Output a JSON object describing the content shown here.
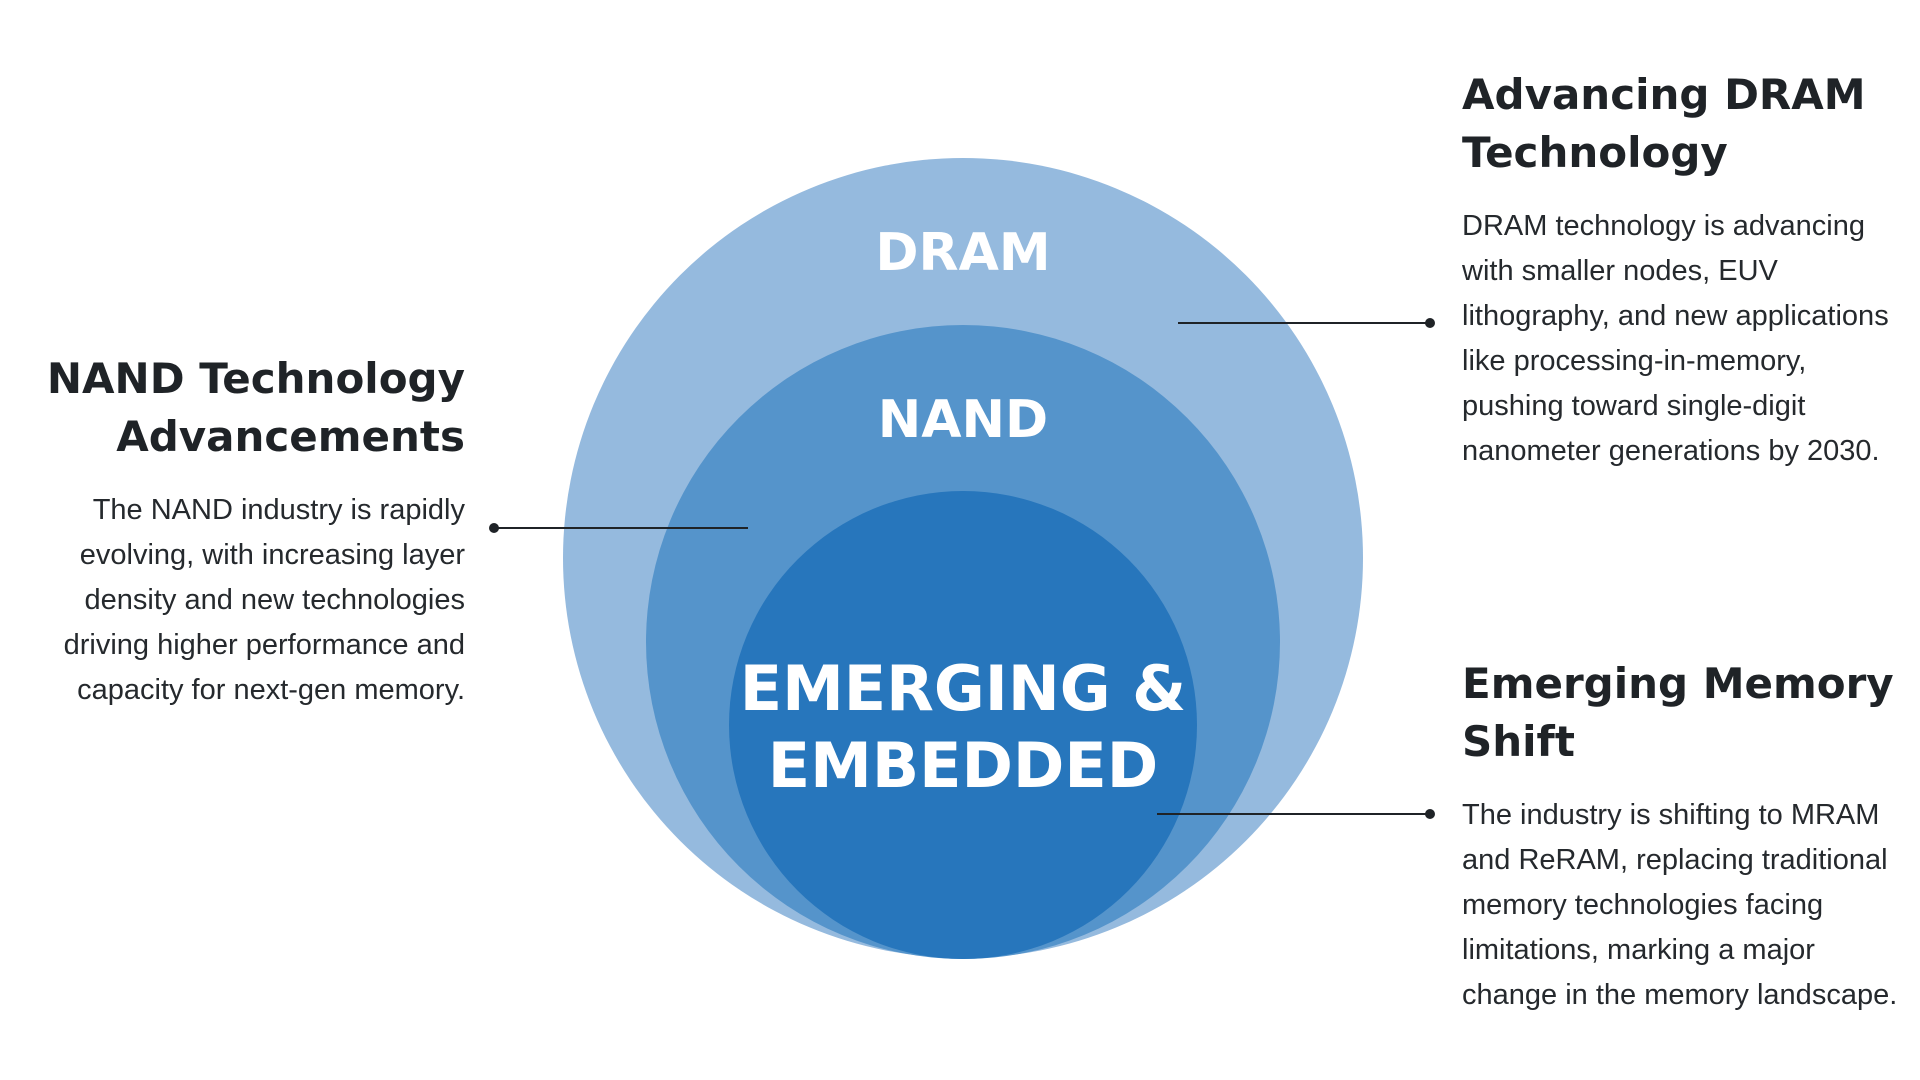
{
  "circles": {
    "outer": {
      "label": "DRAM",
      "color": "#95bade"
    },
    "middle": {
      "label": "NAND",
      "color": "#5594cb"
    },
    "inner": {
      "label_line1": "EMERGING &",
      "label_line2": "EMBEDDED",
      "color": "#2776bc"
    }
  },
  "callouts": {
    "nand": {
      "title_line1": "NAND Technology",
      "title_line2": "Advancements",
      "body_lines": [
        "The NAND industry is rapidly",
        "evolving, with increasing layer",
        "density and new technologies",
        "driving higher performance and",
        "capacity for next-gen memory."
      ]
    },
    "dram": {
      "title_line1": "Advancing DRAM",
      "title_line2": "Technology",
      "body_lines": [
        "DRAM technology is advancing",
        "with smaller nodes, EUV",
        "lithography, and new applications",
        "like processing-in-memory,",
        "pushing toward single-digit",
        "nanometer generations by 2030."
      ]
    },
    "emerging": {
      "title_line1": "Emerging Memory",
      "title_line2": "Shift",
      "body_lines": [
        "The industry is shifting to MRAM",
        "and ReRAM, replacing traditional",
        "memory technologies facing",
        "limitations, marking a major",
        "change in the memory landscape."
      ]
    }
  },
  "connector_color": "#1f2327"
}
